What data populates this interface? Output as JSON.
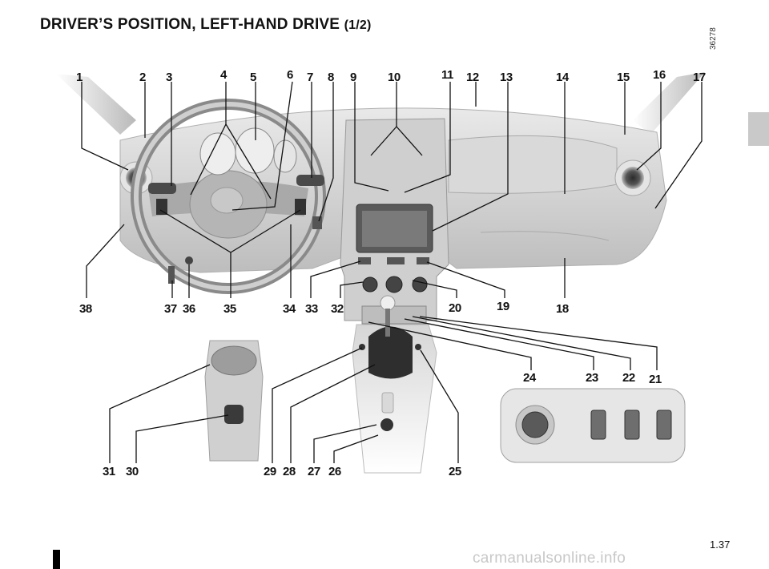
{
  "page": {
    "title": "DRIVER’S POSITION, LEFT-HAND DRIVE",
    "title_part": "(1/2)",
    "figure_code": "36278",
    "page_number": "1.37",
    "watermark": "carmanualsonline.info"
  },
  "callouts": [
    "1",
    "2",
    "3",
    "4",
    "5",
    "6",
    "7",
    "8",
    "9",
    "10",
    "11",
    "12",
    "13",
    "14",
    "15",
    "16",
    "17",
    "18",
    "19",
    "20",
    "21",
    "22",
    "23",
    "24",
    "25",
    "26",
    "27",
    "28",
    "29",
    "30",
    "31",
    "32",
    "33",
    "34",
    "35",
    "36",
    "37",
    "38"
  ]
}
